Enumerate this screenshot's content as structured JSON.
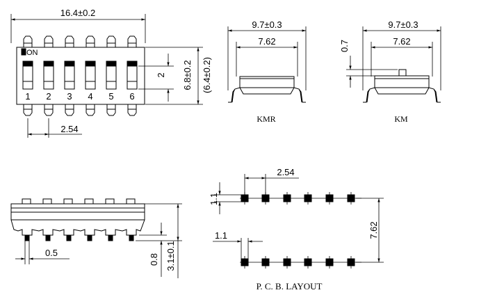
{
  "top_view": {
    "overall_width": "16.4±0.2",
    "on_label": "ON",
    "switch_numbers": [
      "1",
      "2",
      "3",
      "4",
      "5",
      "6"
    ],
    "height_dim": "6.8±0.2",
    "height_alt_dim": "(6.4±0.2)",
    "switch_dim": "2",
    "pitch_dim": "2.54"
  },
  "kmr_view": {
    "width_dim": "9.7±0.3",
    "inner_dim": "7.62",
    "label": "KMR"
  },
  "km_view": {
    "width_dim": "9.7±0.3",
    "inner_dim": "7.62",
    "actuator_dim": "0.7",
    "label": "KM"
  },
  "side_view": {
    "pin_width_dim": "0.5",
    "pin_height_dim": "0.8",
    "total_height_dim": "3.1±0.1"
  },
  "pcb_layout": {
    "pitch_dim": "2.54",
    "pad_size_dim": "1.1",
    "pad_width_dim": "1.1",
    "row_spacing_dim": "7.62",
    "title": "P. C. B. LAYOUT"
  }
}
